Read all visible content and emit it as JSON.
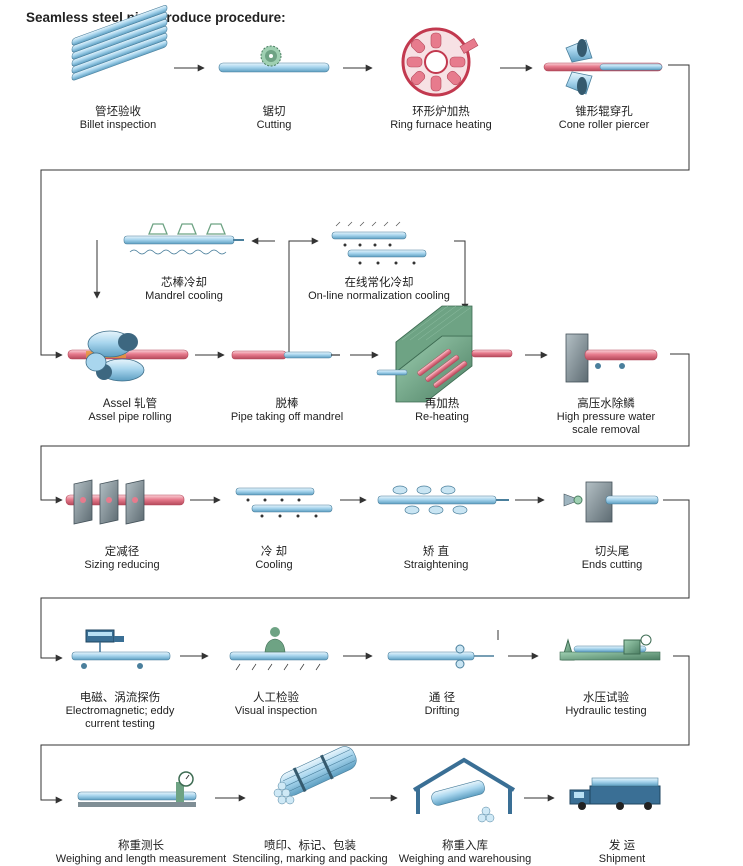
{
  "heading": "Seamless steel pipe produce procedure:",
  "colors": {
    "pipe_blue": "#a9d6ee",
    "pipe_red": "#e77b8d",
    "machine_gray": "#7f8e95",
    "machine_green": "#6ea384",
    "flow_line": "#333333"
  },
  "steps": [
    {
      "zh": "管坯验收",
      "en": "Billet inspection",
      "icon": "billet-bundle-icon"
    },
    {
      "zh": "锯切",
      "en": "Cutting",
      "icon": "saw-blade-icon"
    },
    {
      "zh": "环形炉加热",
      "en": "Ring furnace heating",
      "icon": "ring-furnace-icon"
    },
    {
      "zh": "锥形辊穿孔",
      "en": "Cone roller piercer",
      "icon": "cone-roller-icon"
    },
    {
      "zh": "芯棒冷却",
      "en": "Mandrel cooling",
      "icon": "mandrel-cooling-icon"
    },
    {
      "zh": "在线常化冷却",
      "en": "On-line normalization cooling",
      "icon": "normalization-cooling-icon"
    },
    {
      "zh": "Assel 轧管",
      "en": "Assel pipe rolling",
      "icon": "assel-mill-icon"
    },
    {
      "zh": "脱棒",
      "en": "Pipe taking off mandrel",
      "icon": "mandrel-extraction-icon"
    },
    {
      "zh": "再加热",
      "en": "Re-heating",
      "icon": "reheating-furnace-icon"
    },
    {
      "zh": "高压水除鳞",
      "en": "High pressure water scale removal",
      "icon": "descaler-icon"
    },
    {
      "zh": "定减径",
      "en": "Sizing reducing",
      "icon": "sizing-mill-icon"
    },
    {
      "zh": "冷 却",
      "en": "Cooling",
      "icon": "cooling-bed-icon"
    },
    {
      "zh": "矫 直",
      "en": "Straightening",
      "icon": "straightener-icon"
    },
    {
      "zh": "切头尾",
      "en": "Ends cutting",
      "icon": "end-cutter-icon"
    },
    {
      "zh": "电磁、涡流探伤",
      "en": "Electromagnetic; eddy current testing",
      "icon": "eddy-current-tester-icon"
    },
    {
      "zh": "人工检验",
      "en": "Visual inspection",
      "icon": "inspector-icon"
    },
    {
      "zh": "通 径",
      "en": "Drifting",
      "icon": "drift-gauge-icon"
    },
    {
      "zh": "水压试验",
      "en": "Hydraulic testing",
      "icon": "hydraulic-tester-icon"
    },
    {
      "zh": "称重测长",
      "en": "Weighing and length measurement",
      "icon": "weighing-scale-icon"
    },
    {
      "zh": "喷印、标记、包装",
      "en": "Stenciling, marking and packing",
      "icon": "pipe-bundle-icon"
    },
    {
      "zh": "称重入库",
      "en": "Weighing and warehousing",
      "icon": "warehouse-icon"
    },
    {
      "zh": "发 运",
      "en": "Shipment",
      "icon": "truck-icon"
    }
  ]
}
